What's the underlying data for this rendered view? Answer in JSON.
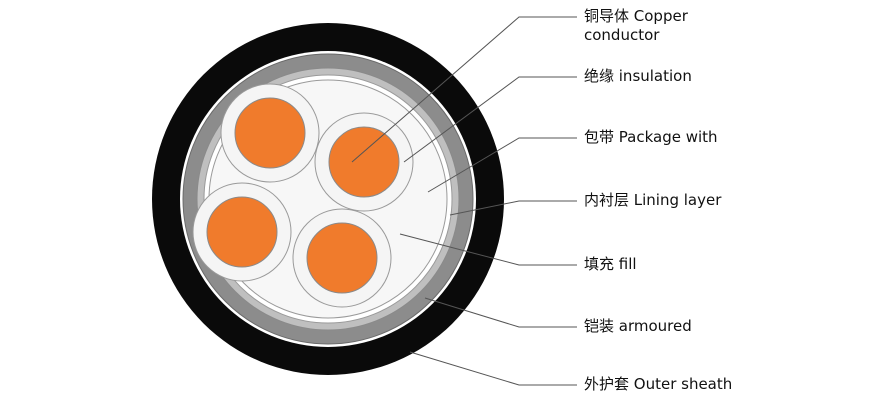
{
  "labels": [
    {
      "line1": "铜导体 Copper",
      "line2": "conductor"
    },
    {
      "line1": "绝缘 insulation"
    },
    {
      "line1": "包带 Package with"
    },
    {
      "line1": "内衬层 Lining layer"
    },
    {
      "line1": "填充 fill"
    },
    {
      "line1": "铠装 armoured"
    },
    {
      "line1": "外护套 Outer sheath"
    }
  ],
  "colors": {
    "outer_sheath": "#0a0a0a",
    "armour": "#8c8c8c",
    "lining": "#bfbfbf",
    "package": "#ffffff",
    "fill": "#f7f7f7",
    "insulation": "#f5f5f5",
    "conductor": "#f07b2c",
    "leader_line": "#555555"
  },
  "icons": [
    "cable-cross-section"
  ]
}
